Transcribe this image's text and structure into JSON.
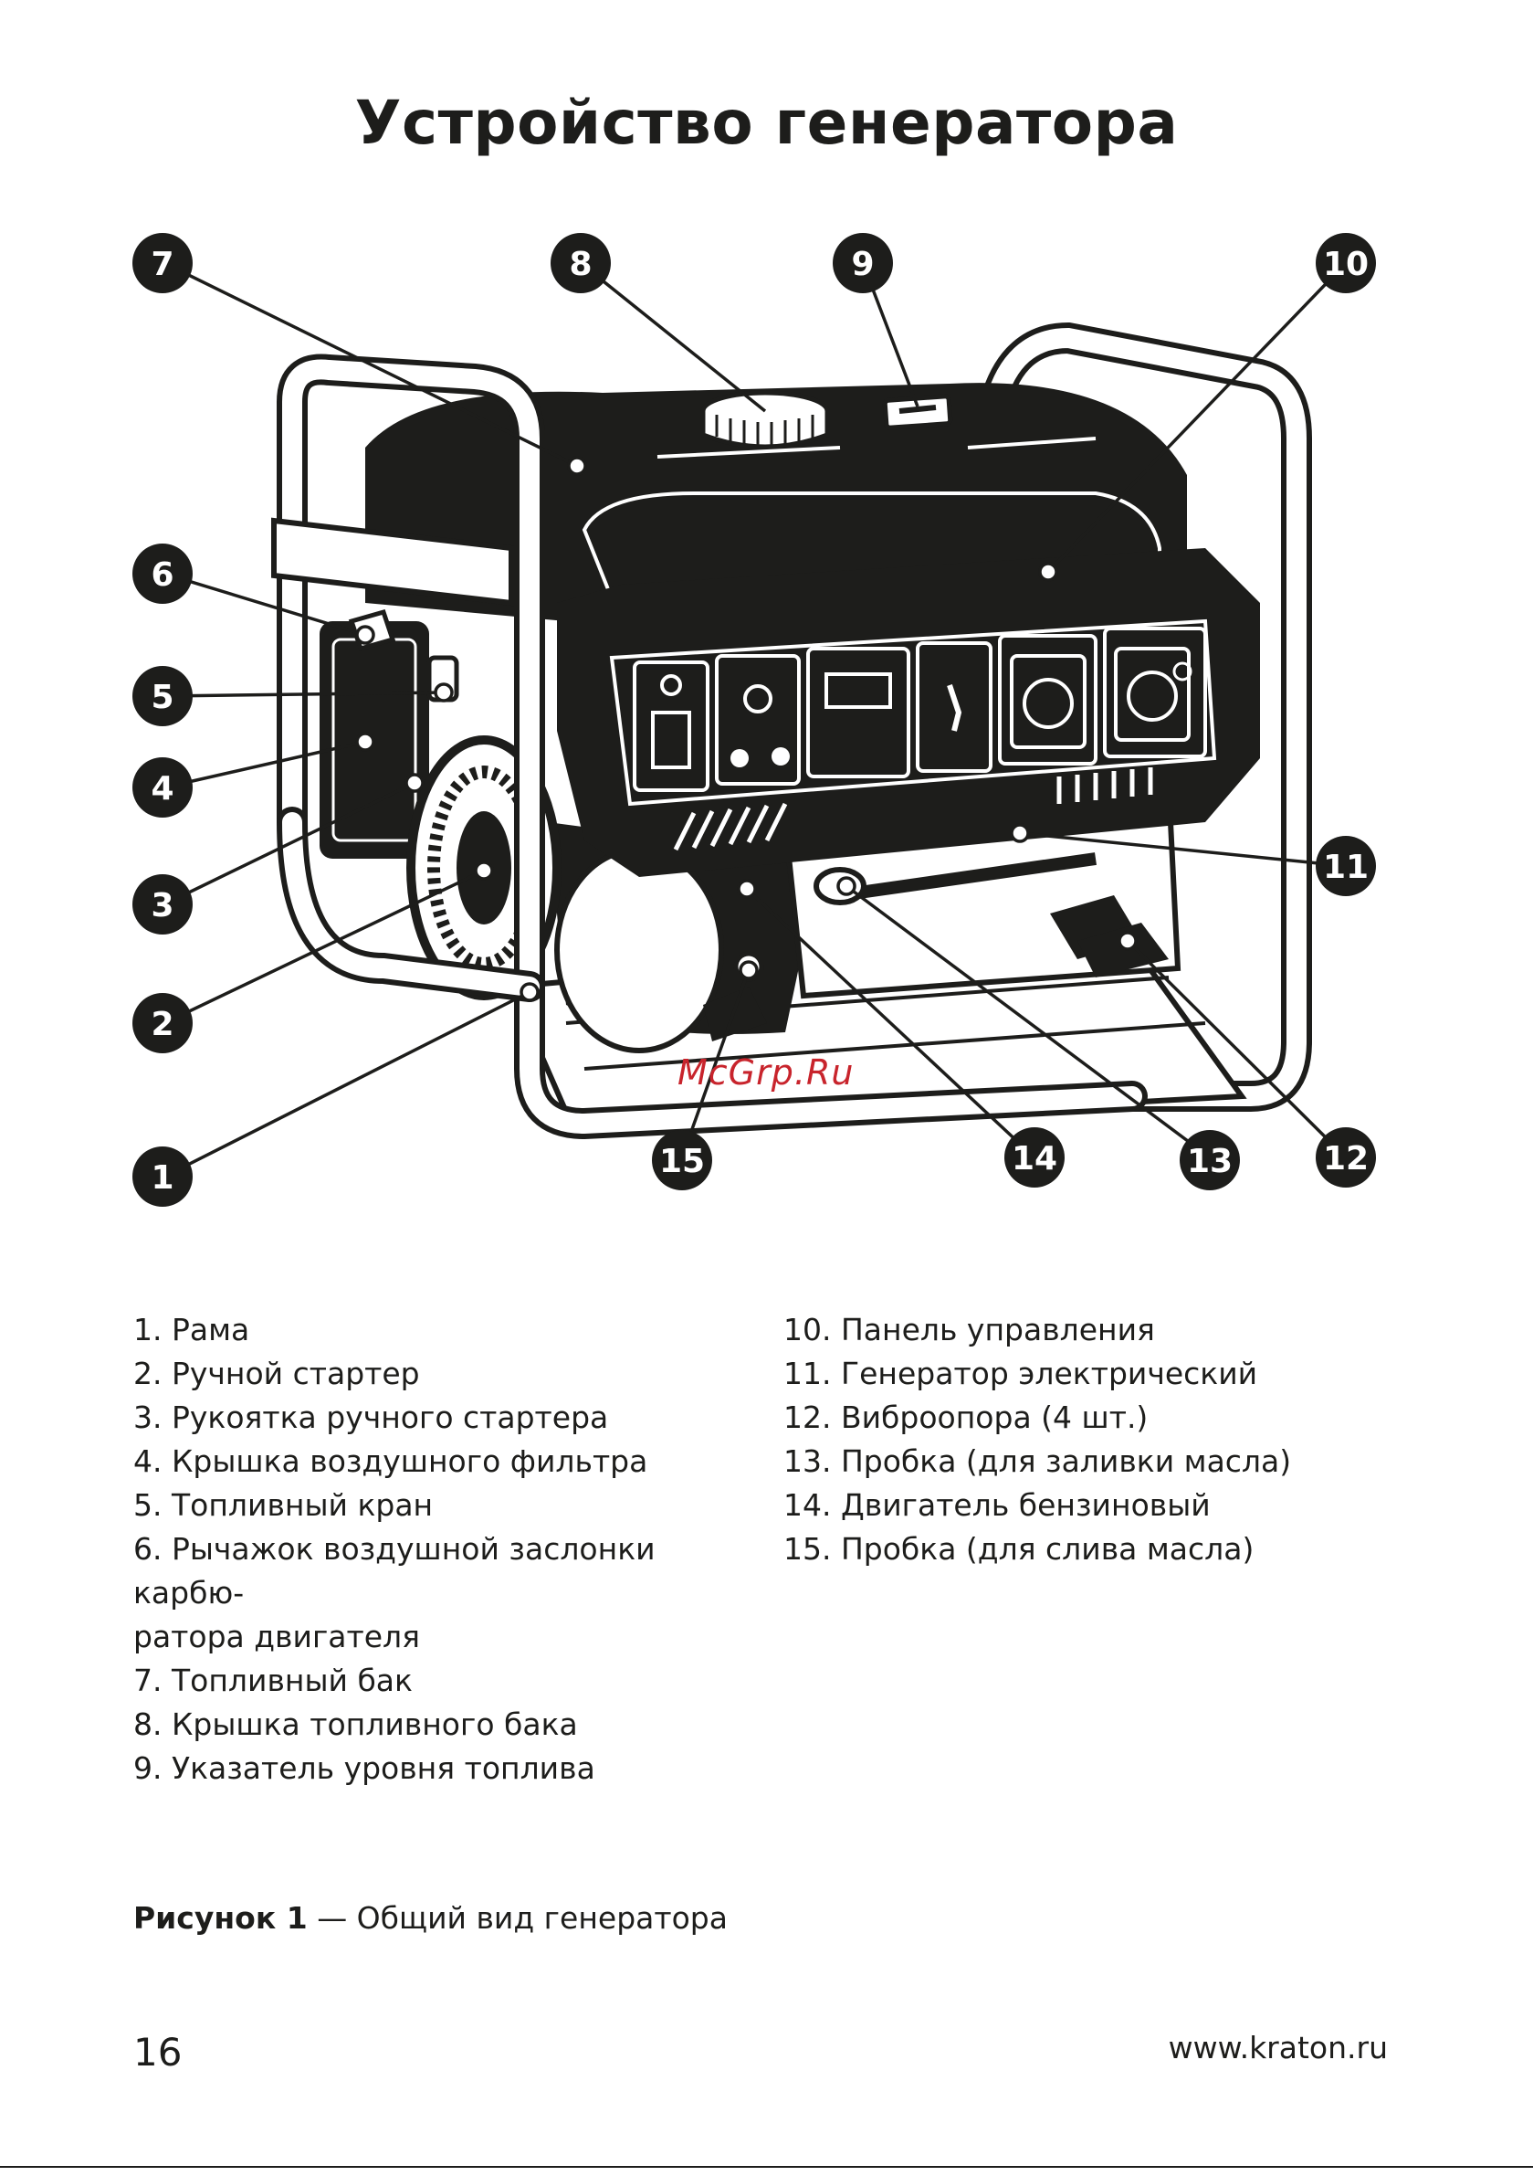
{
  "page": {
    "title": "Устройство генератора",
    "watermark": "McGrp.Ru",
    "page_number": "16",
    "website": "www.kraton.ru"
  },
  "figure": {
    "caption_label": "Рисунок 1",
    "caption_text": " — Общий вид генератора",
    "callouts": [
      "1",
      "2",
      "3",
      "4",
      "5",
      "6",
      "7",
      "8",
      "9",
      "10",
      "11",
      "12",
      "13",
      "14",
      "15"
    ]
  },
  "legend": {
    "left": [
      "1. Рама",
      "2. Ручной стартер",
      "3. Рукоятка ручного стартера",
      "4. Крышка воздушного фильтра",
      "5. Топливный кран",
      "6. Рычажок воздушной заслонки карбю-",
      "ратора двигателя",
      "7. Топливный бак",
      "8. Крышка топливного бака",
      "9. Указатель уровня топлива"
    ],
    "right": [
      "10. Панель управления",
      "11. Генератор электрический",
      "12. Виброопора (4 шт.)",
      "13. Пробка (для заливки масла)",
      "14. Двигатель бензиновый",
      "15. Пробка (для слива масла)"
    ]
  },
  "colors": {
    "ink": "#1d1d1b",
    "paper": "#ffffff",
    "watermark": "#c8242c"
  }
}
